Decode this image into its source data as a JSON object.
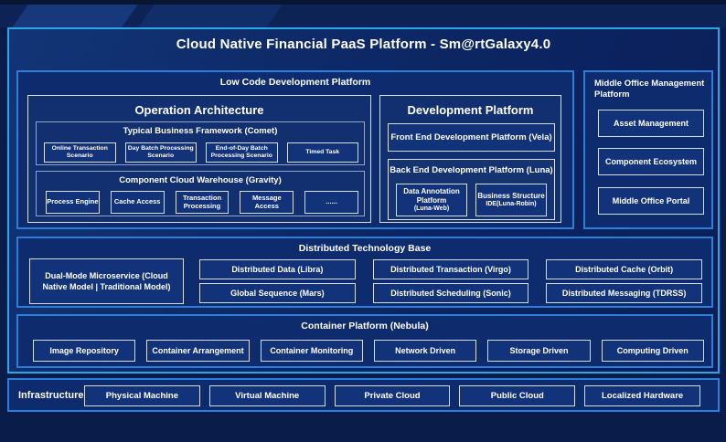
{
  "header": {
    "title": "Cloud Native Financial PaaS Platform - Sm@rtGalaxy4.0"
  },
  "low_code_platform": {
    "label": "Low Code Development Platform",
    "operation_architecture": {
      "title": "Operation Architecture",
      "typical_business_framework": {
        "title": "Typical Business Framework (Comet)",
        "items": [
          "Online Transaction Scenario",
          "Day Batch Processing Scenario",
          "End-of-Day Batch Processing Scenario",
          "Timed Task"
        ]
      },
      "component_cloud_warehouse": {
        "title": "Component Cloud Warehouse (Gravity)",
        "items": [
          "Process Engine",
          "Cache Access",
          "Transaction Processing",
          "Message Access",
          "......"
        ]
      }
    },
    "development_platform": {
      "title": "Development Platform",
      "front_end_label": "Front End Development Platform (Vela)",
      "back_end": {
        "title": "Back End Development Platform (Luna)",
        "items": [
          {
            "name": "Data Annotation Platform",
            "subtitle": "(Luna-Web)"
          },
          {
            "name": "Business Structure",
            "subtitle": "IDE(Luna-Robin)"
          }
        ]
      }
    }
  },
  "middle_office_platform": {
    "label": "Middle Office Management Platform",
    "items": [
      "Asset Management",
      "Component Ecosystem",
      "Middle Office Portal"
    ]
  },
  "distributed_technology_base": {
    "label": "Distributed Technology Base",
    "dual_mode_label": "Dual-Mode Microservice (Cloud Native Model | Traditional Model)",
    "items": [
      "Distributed Data (Libra)",
      "Distributed Transaction (Virgo)",
      "Distributed Cache (Orbit)",
      "Global Sequence (Mars)",
      "Distributed Scheduling (Sonic)",
      "Distributed Messaging (TDRSS)"
    ]
  },
  "container_platform": {
    "label": "Container Platform (Nebula)",
    "items": [
      "Image Repository",
      "Container Arrangement",
      "Container Monitoring",
      "Network Driven",
      "Storage Driven",
      "Computing Driven"
    ]
  },
  "infrastructure": {
    "label": "Infrastructure",
    "items": [
      "Physical Machine",
      "Virtual Machine",
      "Private Cloud",
      "Public Cloud",
      "Localized Hardware"
    ]
  },
  "colors": {
    "page_background": "#0a1c4a",
    "frame_border": "#2ba6ea",
    "section_border": "#2d7ed8",
    "panel_fill": "#0e2b6d",
    "leaf_fill": "#12337a",
    "box_border_light": "#dbe3f1",
    "box_border_gray": "#93a6c8",
    "text": "#ffffff"
  }
}
